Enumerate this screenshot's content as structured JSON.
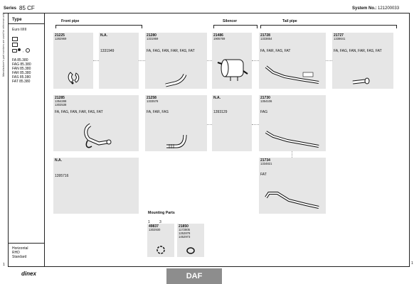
{
  "header": {
    "series_label": "Series",
    "series_value": "85 CF",
    "system_label": "System No.:",
    "system_value": "121200033"
  },
  "sidebar": {
    "type_label": "Type",
    "euro": "Euro II/III",
    "models": [
      "FA 85.380",
      "FAG 85.380",
      "FAN 85.380",
      "FAR 85.380",
      "FAS 85.380",
      "FAT 85.380"
    ],
    "footer": [
      "Horizontal",
      "RHD",
      "Standard"
    ],
    "vertical_note": "Manufacturer's part numbers are used for reference only"
  },
  "sections": {
    "front_pipe": "Front pipe",
    "silencer": "Silencer",
    "tail_pipe": "Tail pipe",
    "mounting_parts": "Mounting Parts"
  },
  "cards": [
    {
      "id": "c21225",
      "num": "21225",
      "codes": "1282969",
      "fit": ""
    },
    {
      "id": "cNA1",
      "num": "N.A.",
      "codes": "",
      "fit": "1331949"
    },
    {
      "id": "c21280",
      "num": "21280",
      "codes": "1331959",
      "fit": "FA, FAG, FAN, FAR, FAS, FAT"
    },
    {
      "id": "c21486",
      "num": "21486",
      "codes": "1905769",
      "fit": ""
    },
    {
      "id": "c21728",
      "num": "21728",
      "codes": "1333654",
      "fit": "FA, FAR, FAS, FAT"
    },
    {
      "id": "c21727",
      "num": "21727",
      "codes": "1338641",
      "fit": "FA, FAG, FAN, FAR, FAS, FAT"
    },
    {
      "id": "c21285",
      "num": "21285",
      "codes": "1354288\n1302538",
      "fit": "FA, FAG, FAN, FAR, FAS, FAT"
    },
    {
      "id": "c21258",
      "num": "21258",
      "codes": "1333578",
      "fit": "FA, FAR, FAS"
    },
    {
      "id": "cNA2",
      "num": "N.A.",
      "codes": "",
      "fit": "1393129"
    },
    {
      "id": "c21730",
      "num": "21730",
      "codes": "1354106",
      "fit": "FAG"
    },
    {
      "id": "cNA3",
      "num": "N.A.",
      "codes": "",
      "fit": "1395716"
    },
    {
      "id": "c21734",
      "num": "21734",
      "codes": "1334821",
      "fit": "FAT"
    },
    {
      "id": "c49837",
      "num": "49837",
      "codes": "1302930",
      "fit": ""
    },
    {
      "id": "c21850",
      "num": "21850",
      "codes": "1172805\n1252878\n1452973",
      "fit": ""
    }
  ],
  "mounting": {
    "qty1": "1",
    "qty2": "3"
  },
  "footer": {
    "brand": "DAF",
    "logo": "dinex",
    "page_left": "1",
    "page_right": "1"
  }
}
